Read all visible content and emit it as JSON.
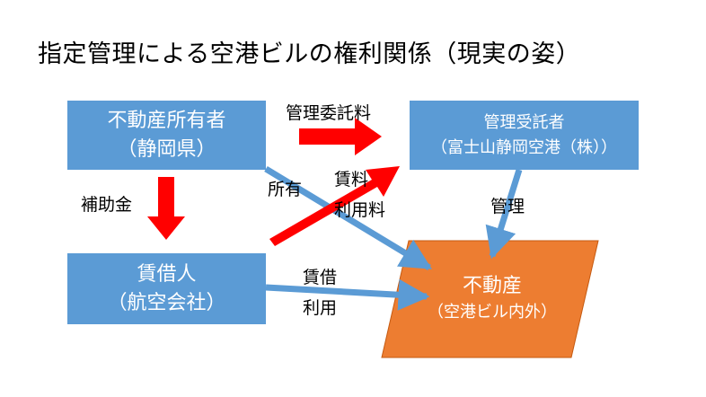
{
  "title": "指定管理による空港ビルの権利関係（現実の姿）",
  "nodes": {
    "owner": {
      "line1": "不動産所有者",
      "line2": "（静岡県）"
    },
    "trustee": {
      "line1": "管理受託者",
      "line2": "（富士山静岡空港（株））"
    },
    "tenant": {
      "line1": "賃借人",
      "line2": "（航空会社）"
    },
    "property": {
      "line1": "不動産",
      "line2": "（空港ビル内外）"
    }
  },
  "edge_labels": {
    "management_fee": "管理委託料",
    "subsidy": "補助金",
    "ownership": "所有",
    "rent_line1": "賃料",
    "rent_line2": "利用料",
    "management": "管理",
    "lease_line1": "賃借",
    "lease_line2": "利用"
  },
  "colors": {
    "box_blue": "#5b9bd5",
    "property_orange": "#ed7d31",
    "money_arrow_red": "#ff0000",
    "relation_arrow_blue": "#5b9bd5"
  }
}
